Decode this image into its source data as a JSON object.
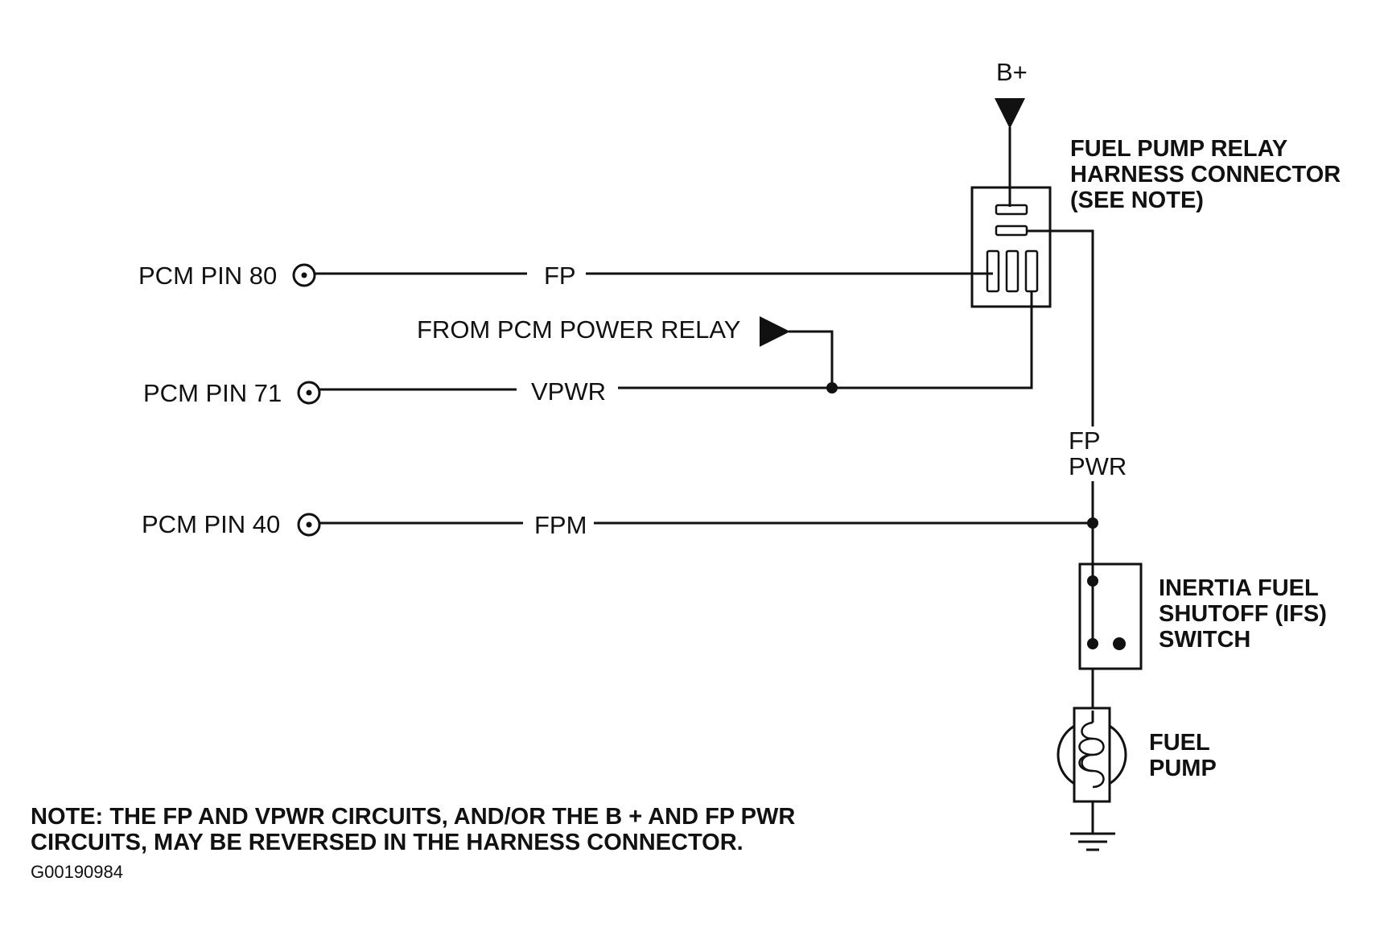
{
  "labels": {
    "battery": "B+",
    "relay_connector": [
      "FUEL PUMP RELAY",
      "HARNESS CONNECTOR",
      "(SEE NOTE)"
    ],
    "pcm_pin_80": "PCM PIN 80",
    "pcm_pin_71": "PCM PIN 71",
    "pcm_pin_40": "PCM PIN 40",
    "from_pcm_power_relay": "FROM PCM POWER RELAY",
    "fp_pwr": [
      "FP",
      "PWR"
    ],
    "ifs_switch": [
      "INERTIA FUEL",
      "SHUTOFF (IFS)",
      "SWITCH"
    ],
    "fuel_pump": [
      "FUEL",
      "PUMP"
    ]
  },
  "wires": {
    "fp": "FP",
    "vpwr": "VPWR",
    "fpm": "FPM"
  },
  "note": [
    "NOTE: THE FP AND VPWR CIRCUITS, AND/OR THE B + AND FP PWR",
    "CIRCUITS, MAY BE REVERSED IN THE HARNESS CONNECTOR."
  ],
  "figure_code": "G00190984"
}
